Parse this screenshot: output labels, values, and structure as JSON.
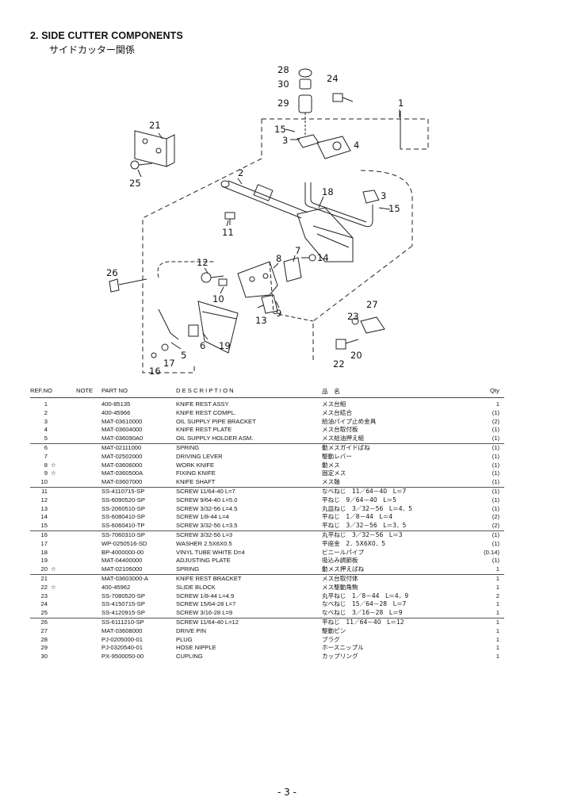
{
  "header": {
    "title": "2.  SIDE CUTTER COMPONENTS",
    "subtitle": "サイドカッター関係"
  },
  "diagram": {
    "callouts": [
      "28",
      "30",
      "29",
      "24",
      "1",
      "21",
      "15",
      "3",
      "4",
      "25",
      "2",
      "18",
      "3",
      "15",
      "11",
      "12",
      "8",
      "7",
      "14",
      "26",
      "10",
      "9",
      "13",
      "23",
      "27",
      "6",
      "19",
      "5",
      "17",
      "16",
      "22",
      "20"
    ]
  },
  "table": {
    "headers": {
      "ref": "REF.NO",
      "note": "NOTE",
      "part": "PART NO",
      "desc": "D E S C R I P T I O N",
      "jp": "品　名",
      "qty": "Qty"
    },
    "rows": [
      {
        "ref": "1",
        "note": "",
        "part": "400-85135",
        "desc": "KNIFE REST ASSY",
        "jp": "メス台組",
        "qty": "1"
      },
      {
        "ref": "2",
        "note": "",
        "part": "400-45966",
        "desc": "KNIFE REST COMPL.",
        "jp": "メス台結合",
        "qty": "(1)"
      },
      {
        "ref": "3",
        "note": "",
        "part": "MAT-03610000",
        "desc": "OIL SUPPLY PIPE BRACKET",
        "jp": "給油パイプ止め金具",
        "qty": "(2)"
      },
      {
        "ref": "4",
        "note": "",
        "part": "MAT-03604000",
        "desc": "KNIFE REST PLATE",
        "jp": "メス台取付板",
        "qty": "(1)"
      },
      {
        "ref": "5",
        "note": "",
        "part": "MAT-036090A0",
        "desc": "OIL SUPPLY HOLDER ASM.",
        "jp": "メス給油押え組",
        "qty": "(1)"
      },
      {
        "ref": "6",
        "note": "",
        "part": "MAT-02111000",
        "desc": "SPRING",
        "jp": "動メスガイドばね",
        "qty": "(1)"
      },
      {
        "ref": "7",
        "note": "",
        "part": "MAT-02502000",
        "desc": "DRIVING LEVER",
        "jp": "駆動レバー",
        "qty": "(1)"
      },
      {
        "ref": "8",
        "note": "☆",
        "part": "MAT-03606000",
        "desc": "WORK KNIFE",
        "jp": "動メス",
        "qty": "(1)"
      },
      {
        "ref": "9",
        "note": "☆",
        "part": "MAT-0360500A",
        "desc": "FIXING KNIFE",
        "jp": "固定メス",
        "qty": "(1)"
      },
      {
        "ref": "10",
        "note": "",
        "part": "MAT-03607000",
        "desc": "KNIFE SHAFT",
        "jp": "メス軸",
        "qty": "(1)"
      },
      {
        "ref": "11",
        "note": "",
        "part": "SS-4110715-SP",
        "desc": "SCREW 11/64-40 L=7",
        "jp": "なべねじ　11／64－40　L＝7",
        "qty": "(1)"
      },
      {
        "ref": "12",
        "note": "",
        "part": "SS-6090520-SP",
        "desc": "SCREW 9/64-40 L=5.0",
        "jp": "平ねじ　9／64－40　L＝5",
        "qty": "(1)"
      },
      {
        "ref": "13",
        "note": "",
        "part": "SS-2060510-SP",
        "desc": "SCREW 3/32-56 L=4.5",
        "jp": "丸皿ねじ　3／32－56　L＝4．5",
        "qty": "(1)"
      },
      {
        "ref": "14",
        "note": "",
        "part": "SS-6080410-SP",
        "desc": "SCREW 1/8-44 L=4",
        "jp": "平ねじ　1／8－44　L＝4",
        "qty": "(2)"
      },
      {
        "ref": "15",
        "note": "",
        "part": "SS-6060410-TP",
        "desc": "SCREW 3/32-56 L=3.5",
        "jp": "平ねじ　3／32－56　L＝3．5",
        "qty": "(2)"
      },
      {
        "ref": "16",
        "note": "",
        "part": "SS-7060310-SP",
        "desc": "SCREW 3/32-56 L=3",
        "jp": "丸平ねじ　3／32－56　L＝3",
        "qty": "(1)"
      },
      {
        "ref": "17",
        "note": "",
        "part": "WP-0250516-SD",
        "desc": "WASHER 2.5X6X0.5",
        "jp": "平座金　2．5X6X0．5",
        "qty": "(1)"
      },
      {
        "ref": "18",
        "note": "",
        "part": "BP-4000000-00",
        "desc": "VINYL TUBE WHITE D=4",
        "jp": "ビニールパイプ",
        "qty": "(0.14)"
      },
      {
        "ref": "19",
        "note": "",
        "part": "MAT-04400000",
        "desc": "ADJUSTING PLATE",
        "jp": "吸込み調節板",
        "qty": "(1)"
      },
      {
        "ref": "20",
        "note": "☆",
        "part": "MAT-02106000",
        "desc": "SPRING",
        "jp": "動メス押えばね",
        "qty": "1"
      },
      {
        "ref": "21",
        "note": "",
        "part": "MAT-03603000-A",
        "desc": "KNIFE REST BRACKET",
        "jp": "メス台取付体",
        "qty": "1"
      },
      {
        "ref": "22",
        "note": "☆",
        "part": "400-45962",
        "desc": "SLIDE BLOCK",
        "jp": "メス駆動角駒",
        "qty": "1"
      },
      {
        "ref": "23",
        "note": "",
        "part": "SS-7080520-SP",
        "desc": "SCREW 1/8-44 L=4.9",
        "jp": "丸平ねじ　1／8－44　L＝4．9",
        "qty": "2"
      },
      {
        "ref": "24",
        "note": "",
        "part": "SS-4150715-SP",
        "desc": "SCREW 15/64-28 L=7",
        "jp": "なべねじ　15／64－28　L＝7",
        "qty": "1"
      },
      {
        "ref": "25",
        "note": "",
        "part": "SS-4120915-SP",
        "desc": "SCREW 3/16-28 L=9",
        "jp": "なべねじ　3／16－28　L＝9",
        "qty": "1"
      },
      {
        "ref": "26",
        "note": "",
        "part": "SS-6111210-SP",
        "desc": "SCREW 11/64-40 L=12",
        "jp": "平ねじ　11／64－40　L＝12",
        "qty": "1"
      },
      {
        "ref": "27",
        "note": "",
        "part": "MAT-03608000",
        "desc": "DRIVE PIN",
        "jp": "駆動ピン",
        "qty": "1"
      },
      {
        "ref": "28",
        "note": "",
        "part": "PJ-0205000-01",
        "desc": "PLUG",
        "jp": "プラグ",
        "qty": "1"
      },
      {
        "ref": "29",
        "note": "",
        "part": "PJ-0320540-01",
        "desc": "HOSE NIPPLE",
        "jp": "ホースニップル",
        "qty": "1"
      },
      {
        "ref": "30",
        "note": "",
        "part": "PX-9500050-00",
        "desc": "CUPLING",
        "jp": "カップリング",
        "qty": "1"
      }
    ]
  },
  "footer": {
    "page": "- 3 -"
  }
}
